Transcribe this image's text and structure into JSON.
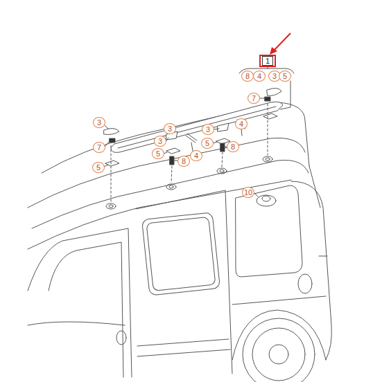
{
  "diagram": {
    "labels": [
      "1",
      "8",
      "4",
      "3",
      "5",
      "7",
      "3",
      "3",
      "4",
      "3",
      "5",
      "8",
      "5",
      "4",
      "3",
      "7",
      "5",
      "8",
      "10"
    ]
  }
}
